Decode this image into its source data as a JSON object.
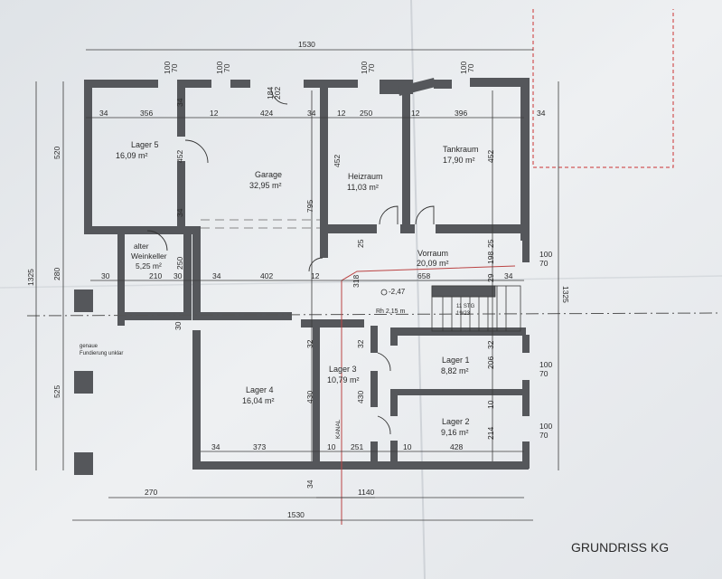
{
  "sheet_title": "GRUNDRISS KG",
  "rooms": [
    {
      "id": "lager5",
      "name": "Lager 5",
      "area": "16,09 m²"
    },
    {
      "id": "garage",
      "name": "Garage",
      "area": "32,95 m²"
    },
    {
      "id": "heizraum",
      "name": "Heizraum",
      "area": "11,03 m²"
    },
    {
      "id": "tankraum",
      "name": "Tankraum",
      "area": "17,90 m²"
    },
    {
      "id": "weinkeller",
      "name": "alter Weinkeller",
      "name_l1": "alter",
      "name_l2": "Weinkeller",
      "area": "5,25 m²"
    },
    {
      "id": "vorraum",
      "name": "Vorraum",
      "area": "20,09 m²"
    },
    {
      "id": "lager4",
      "name": "Lager 4",
      "area": "16,04 m²"
    },
    {
      "id": "lager3",
      "name": "Lager 3",
      "area": "10,79 m²"
    },
    {
      "id": "lager1",
      "name": "Lager 1",
      "area": "8,82 m²"
    },
    {
      "id": "lager2",
      "name": "Lager 2",
      "area": "9,16 m²"
    }
  ],
  "annotations": {
    "fundierung_l1": "genaue",
    "fundierung_l2": "Fundierung unklar",
    "kanal": "KANAL",
    "level": "-2,47",
    "rh": "Rh 2,15 m",
    "stair": "11 STG",
    "stair2": "19/23"
  },
  "dimensions": {
    "top_total": "1530",
    "bottom_total": "1530",
    "bottom_1140": "1140",
    "bottom_270": "270",
    "left_1325": "1325",
    "right_1325": "1325",
    "left_520": "520",
    "left_280": "280",
    "left_525": "525",
    "row1": [
      "34",
      "356",
      "12",
      "424",
      "34",
      "12",
      "250",
      "12",
      "396",
      "34"
    ],
    "row2": [
      "30",
      "210",
      "30",
      "34",
      "402",
      "12",
      "318",
      "658",
      "29",
      "34"
    ],
    "row3": [
      "34",
      "373",
      "10",
      "251",
      "10",
      "428"
    ],
    "verticals": [
      "34",
      "452",
      "34",
      "250",
      "30",
      "795",
      "452",
      "25",
      "25",
      "452",
      "198",
      "32",
      "32",
      "430",
      "430",
      "206",
      "10",
      "214",
      "32",
      "34"
    ],
    "windows": [
      "100",
      "70",
      "100",
      "70",
      "100",
      "70",
      "100",
      "70",
      "184",
      "202",
      "100",
      "70",
      "100",
      "70",
      "100",
      "70"
    ]
  }
}
